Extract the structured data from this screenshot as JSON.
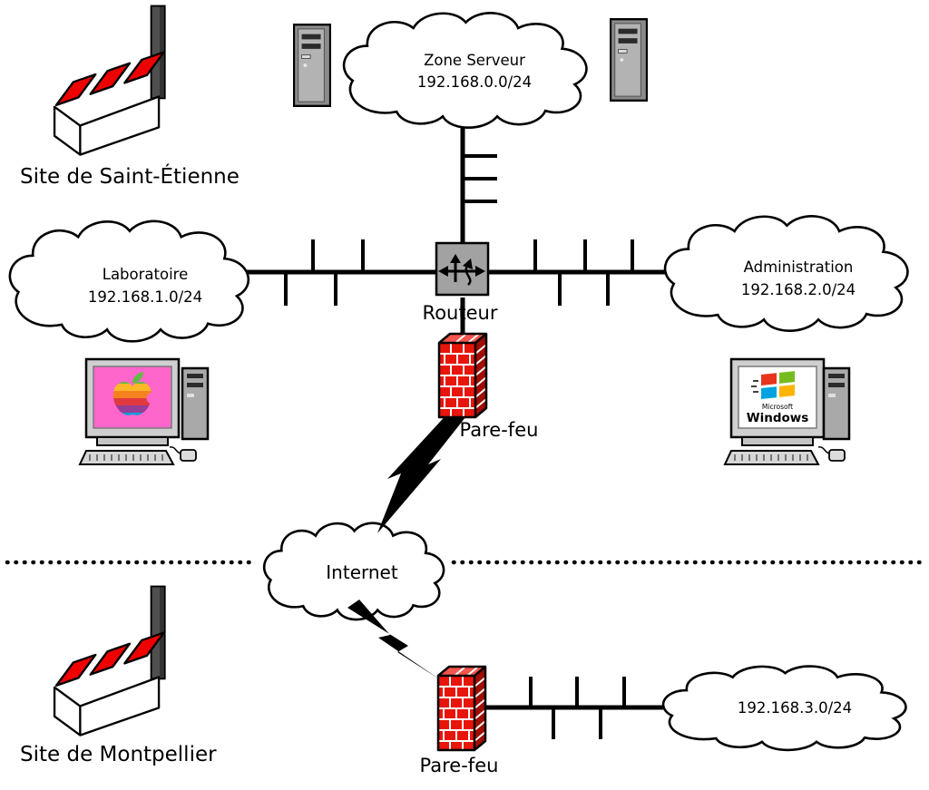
{
  "colors": {
    "factory_red": "#ee0000",
    "firewall_front": "#e8150b",
    "firewall_top": "#f4564e",
    "firewall_side": "#a00d05",
    "router_gray": "#a2a2a2",
    "mac_screen_pink": "#ff66cc"
  },
  "sites": {
    "saint_etienne": {
      "label": "Site de Saint-Étienne"
    },
    "montpellier": {
      "label": "Site de Montpellier"
    }
  },
  "networks": {
    "zone_serveur": {
      "name": "Zone Serveur",
      "subnet": "192.168.0.0/24"
    },
    "laboratoire": {
      "name": "Laboratoire",
      "subnet": "192.168.1.0/24"
    },
    "administration": {
      "name": "Administration",
      "subnet": "192.168.2.0/24"
    },
    "internet": {
      "name": "Internet"
    },
    "montpellier_lan": {
      "subnet": "192.168.3.0/24"
    }
  },
  "devices": {
    "router": {
      "label": "Routeur"
    },
    "firewall_site1": {
      "label": "Pare-feu"
    },
    "firewall_site2": {
      "label": "Pare-feu"
    },
    "windows_pc": {
      "brand_small": "Microsoft",
      "brand_large": "Windows"
    }
  }
}
